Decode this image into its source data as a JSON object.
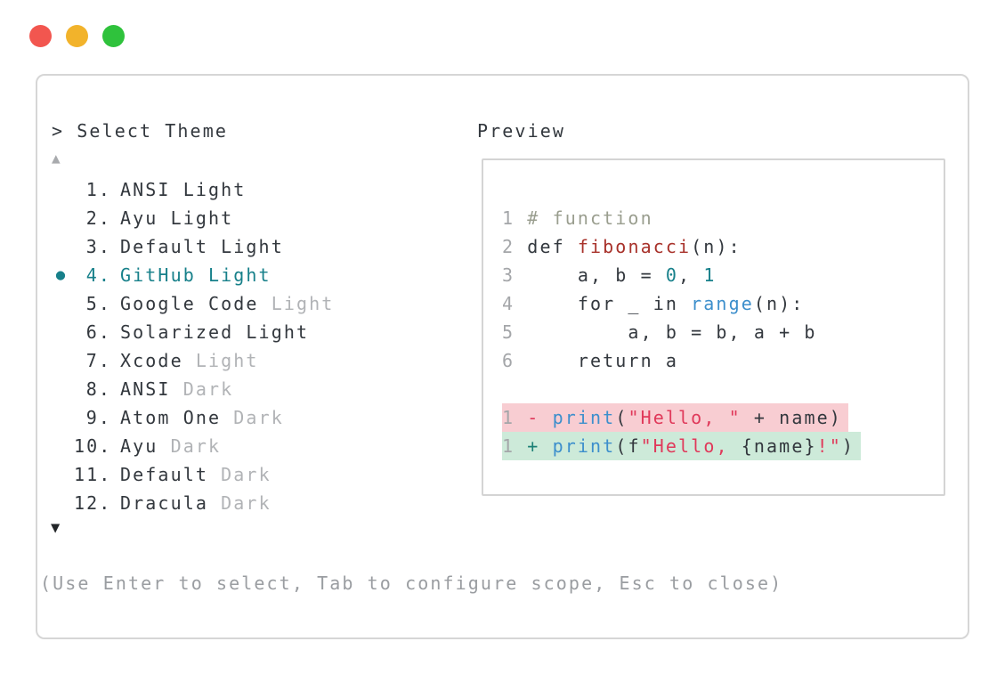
{
  "prompt": {
    "text": "> Select Theme"
  },
  "scroll": {
    "up": "▲",
    "down": "▼"
  },
  "theme_list": {
    "items": [
      {
        "bullet": "",
        "number": "1.",
        "name": "ANSI Light",
        "suffix": "",
        "selected": false
      },
      {
        "bullet": "",
        "number": "2.",
        "name": "Ayu Light",
        "suffix": "",
        "selected": false
      },
      {
        "bullet": "",
        "number": "3.",
        "name": "Default Light",
        "suffix": "",
        "selected": false
      },
      {
        "bullet": "●",
        "number": "4.",
        "name": "GitHub Light",
        "suffix": "",
        "selected": true
      },
      {
        "bullet": "",
        "number": "5.",
        "name": "Google Code",
        "suffix": " Light",
        "selected": false
      },
      {
        "bullet": "",
        "number": "6.",
        "name": "Solarized Light",
        "suffix": "",
        "selected": false
      },
      {
        "bullet": "",
        "number": "7.",
        "name": "Xcode",
        "suffix": " Light",
        "selected": false
      },
      {
        "bullet": "",
        "number": "8.",
        "name": "ANSI",
        "suffix": " Dark",
        "selected": false
      },
      {
        "bullet": "",
        "number": "9.",
        "name": "Atom One",
        "suffix": " Dark",
        "selected": false
      },
      {
        "bullet": "",
        "number": "10.",
        "name": "Ayu",
        "suffix": " Dark",
        "selected": false
      },
      {
        "bullet": "",
        "number": "11.",
        "name": "Default",
        "suffix": " Dark",
        "selected": false
      },
      {
        "bullet": "",
        "number": "12.",
        "name": "Dracula",
        "suffix": " Dark",
        "selected": false
      }
    ]
  },
  "preview": {
    "label": "Preview",
    "code_lines": [
      {
        "num": "1 ",
        "tokens": [
          {
            "c": "comment",
            "t": "# function"
          }
        ]
      },
      {
        "num": "2 ",
        "tokens": [
          {
            "c": "plain",
            "t": "def "
          },
          {
            "c": "func",
            "t": "fibonacci"
          },
          {
            "c": "plain",
            "t": "(n):"
          }
        ]
      },
      {
        "num": "3 ",
        "tokens": [
          {
            "c": "plain",
            "t": "    a, b = "
          },
          {
            "c": "num",
            "t": "0"
          },
          {
            "c": "plain",
            "t": ", "
          },
          {
            "c": "num",
            "t": "1"
          }
        ]
      },
      {
        "num": "4 ",
        "tokens": [
          {
            "c": "plain",
            "t": "    for _ in "
          },
          {
            "c": "builtin",
            "t": "range"
          },
          {
            "c": "plain",
            "t": "(n):"
          }
        ]
      },
      {
        "num": "5 ",
        "tokens": [
          {
            "c": "plain",
            "t": "        a, b = b, a + b"
          }
        ]
      },
      {
        "num": "6 ",
        "tokens": [
          {
            "c": "plain",
            "t": "    return a"
          }
        ]
      }
    ],
    "diff_removed": {
      "num": "1 ",
      "tokens": [
        {
          "c": "minus",
          "t": "- "
        },
        {
          "c": "builtin",
          "t": "print"
        },
        {
          "c": "plain",
          "t": "("
        },
        {
          "c": "string",
          "t": "\"Hello, \""
        },
        {
          "c": "plain",
          "t": " + name)"
        }
      ]
    },
    "diff_added": {
      "num": "1 ",
      "tokens": [
        {
          "c": "plus",
          "t": "+ "
        },
        {
          "c": "builtin",
          "t": "print"
        },
        {
          "c": "plain",
          "t": "(f"
        },
        {
          "c": "string",
          "t": "\"Hello, "
        },
        {
          "c": "plain",
          "t": "{name}"
        },
        {
          "c": "string",
          "t": "!\""
        },
        {
          "c": "plain",
          "t": ")"
        }
      ]
    }
  },
  "footer": {
    "hint": "(Use Enter to select, Tab to configure scope, Esc to close)"
  },
  "colors": {
    "accent_teal": "#17808a",
    "text_dark": "#33383e",
    "text_gray": "#b1b3b6",
    "comment": "#9a9e8f",
    "function_red": "#a8322b",
    "builtin_blue": "#3d8fcc",
    "string_crimson": "#e0395a",
    "diff_removed_bg": "#f8cdd2",
    "diff_added_bg": "#cdead9",
    "traffic_red": "#f2564f",
    "traffic_yellow": "#f2b32b",
    "traffic_green": "#2fc23c"
  }
}
